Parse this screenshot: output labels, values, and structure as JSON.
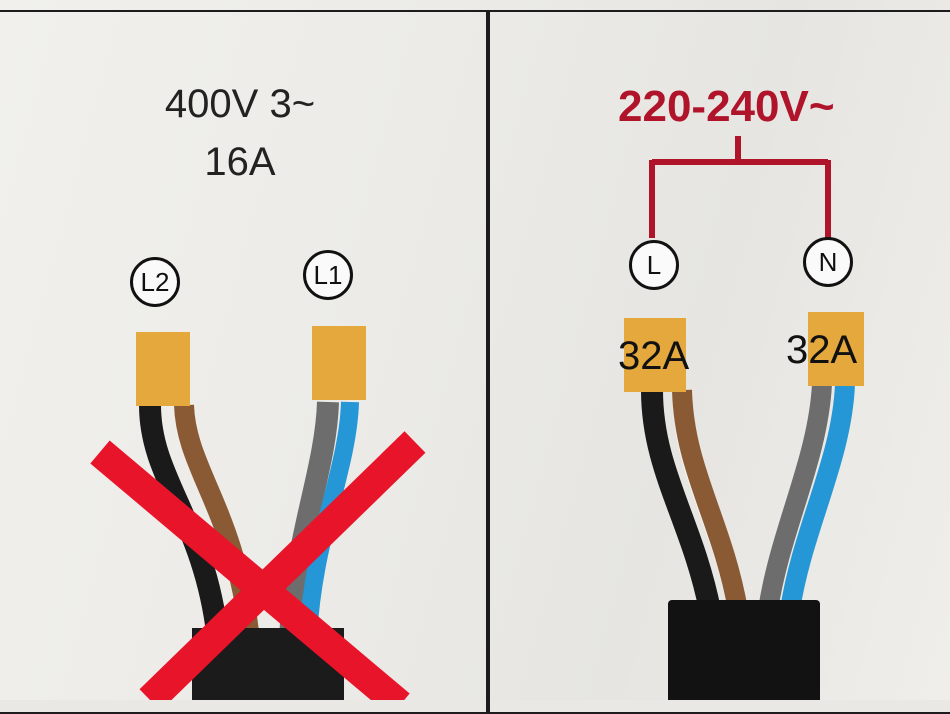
{
  "left_panel": {
    "voltage": "400V 3~",
    "current": "16A",
    "terminals": [
      "L2",
      "L1"
    ]
  },
  "right_panel": {
    "voltage": "220-240V~",
    "terminals": [
      "L",
      "N"
    ],
    "ratings": [
      "32A",
      "32A"
    ]
  },
  "colors": {
    "red": "#b0142a",
    "sleeve": "#e4a83c",
    "black_wire": "#1a1a1a",
    "brown_wire": "#8a5a34",
    "grey_wire": "#6d6d6d",
    "blue_wire": "#2596d6",
    "cross": "#e8142a"
  }
}
